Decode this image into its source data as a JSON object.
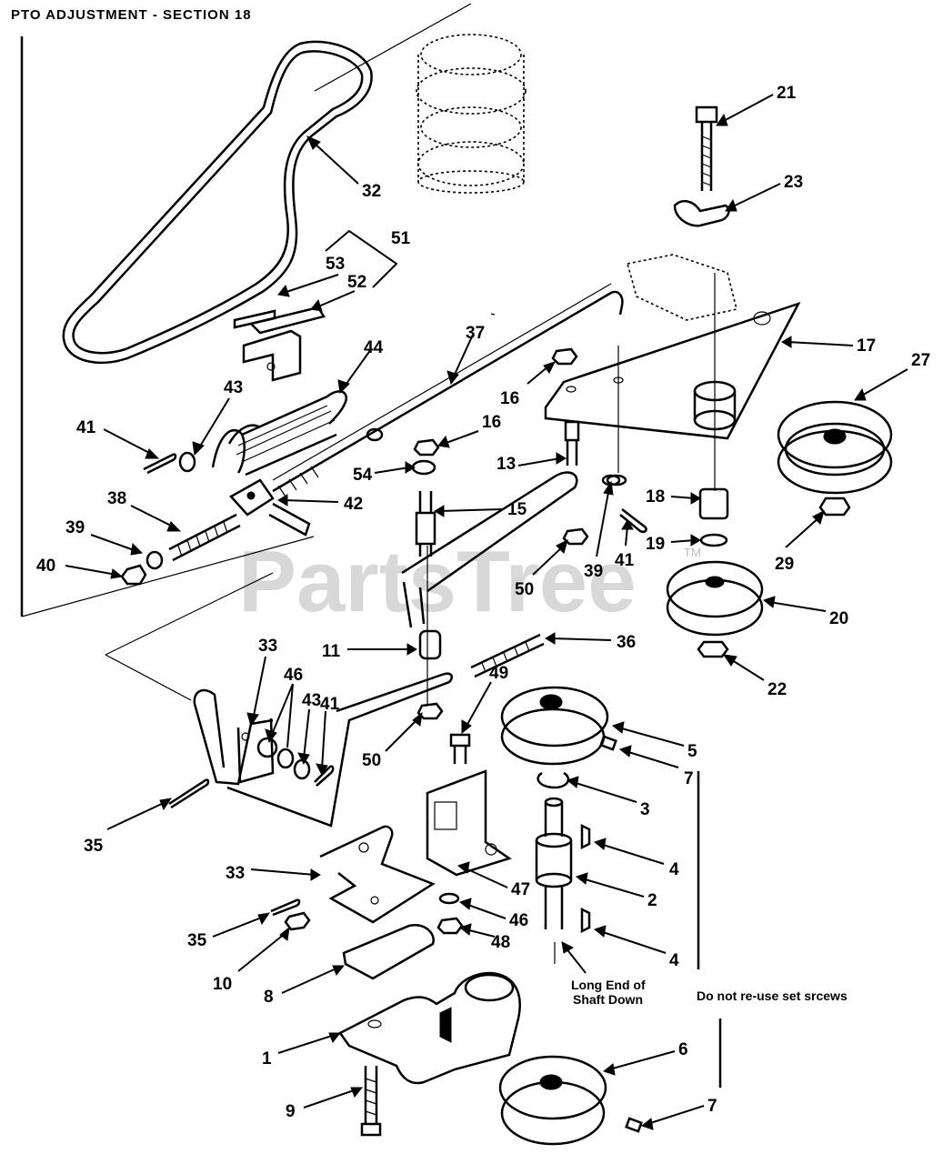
{
  "title": "PTO ADJUSTMENT - SECTION 18",
  "watermark": "PartsTree",
  "watermark_tm": "TM",
  "notes": {
    "long_end_line1": "Long End of",
    "long_end_line2": "Shaft Down",
    "do_not_reuse": "Do not re-use set srcews"
  },
  "callouts": [
    "21",
    "23",
    "32",
    "51",
    "53",
    "52",
    "37",
    "44",
    "17",
    "27",
    "16",
    "43",
    "41",
    "16",
    "54",
    "13",
    "42",
    "38",
    "39",
    "40",
    "15",
    "18",
    "39",
    "41",
    "19",
    "29",
    "50",
    "20",
    "11",
    "36",
    "33",
    "46",
    "43",
    "41",
    "49",
    "22",
    "5",
    "50",
    "7",
    "3",
    "35",
    "4",
    "33",
    "2",
    "47",
    "46",
    "35",
    "48",
    "4",
    "10",
    "8",
    "1",
    "6",
    "9",
    "7"
  ]
}
